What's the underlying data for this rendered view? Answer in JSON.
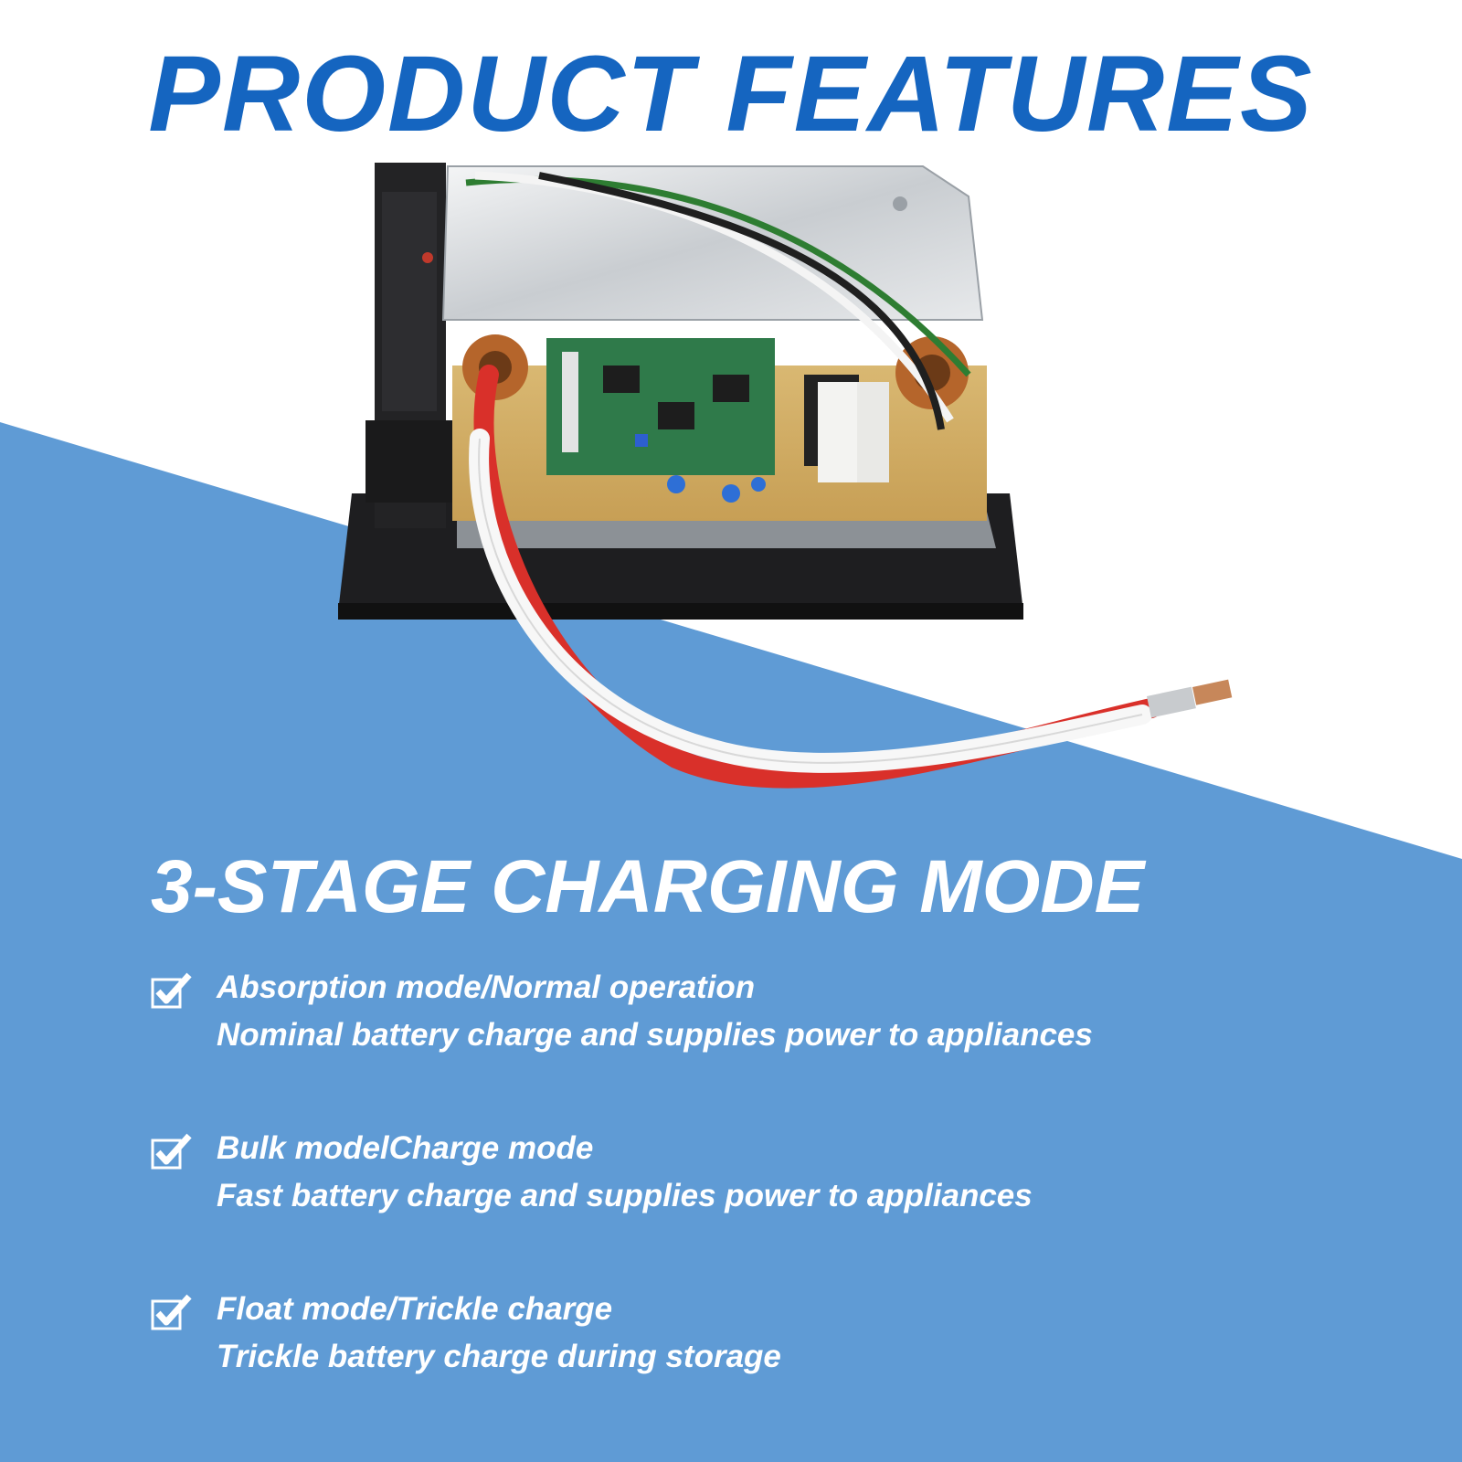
{
  "header": {
    "title": "PRODUCT FEATURES"
  },
  "section": {
    "title": "3-STAGE CHARGING MODE"
  },
  "features": [
    {
      "icon": "check-box-icon",
      "title": "Absorption mode/Normal operation",
      "description": "Nominal battery charge and supplies power to appliances"
    },
    {
      "icon": "check-box-icon",
      "title": "Bulk modelCharge mode",
      "description": "Fast battery charge and supplies power to appliances"
    },
    {
      "icon": "check-box-icon",
      "title": "Float mode/Trickle charge",
      "description": "Trickle battery charge during storage"
    }
  ],
  "colors": {
    "title_blue": "#1565c0",
    "panel_blue": "#5f9bd5",
    "white": "#ffffff"
  }
}
